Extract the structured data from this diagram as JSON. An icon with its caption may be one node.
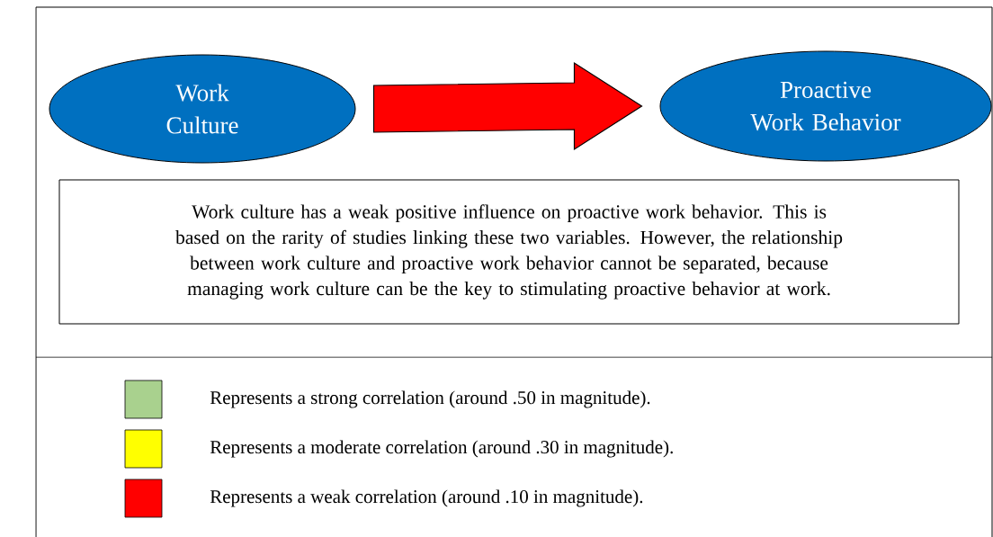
{
  "diagram": {
    "nodes": [
      {
        "text": [
          "Work Culture"
        ]
      },
      {
        "text": [
          "Proactive Work Behavior"
        ]
      },
      {
        "text": [
          "Work culture has a weak positive influence on proactive work behavior. This is based on the rarity of studies linking these two variables. However, the relationship between work culture and proactive work behavior cannot be separated, because managing work culture can be the key to stimulating proactive behavior at work."
        ]
      }
    ],
    "edges": [
      {
        "from": 0,
        "to": 1,
        "arrow": "to",
        "style": "thick",
        "color": "#ff0000"
      }
    ],
    "legend": [
      {
        "text": "Represents a strong correlation (around .50 in magnitude).",
        "color": "#a9d18e"
      },
      {
        "text": "Represents a moderate correlation (around .30 in magnitude).",
        "color": "#ffff00"
      },
      {
        "text": "Represents a weak correlation (around .10 in magnitude).",
        "color": "#ff0000"
      }
    ]
  }
}
